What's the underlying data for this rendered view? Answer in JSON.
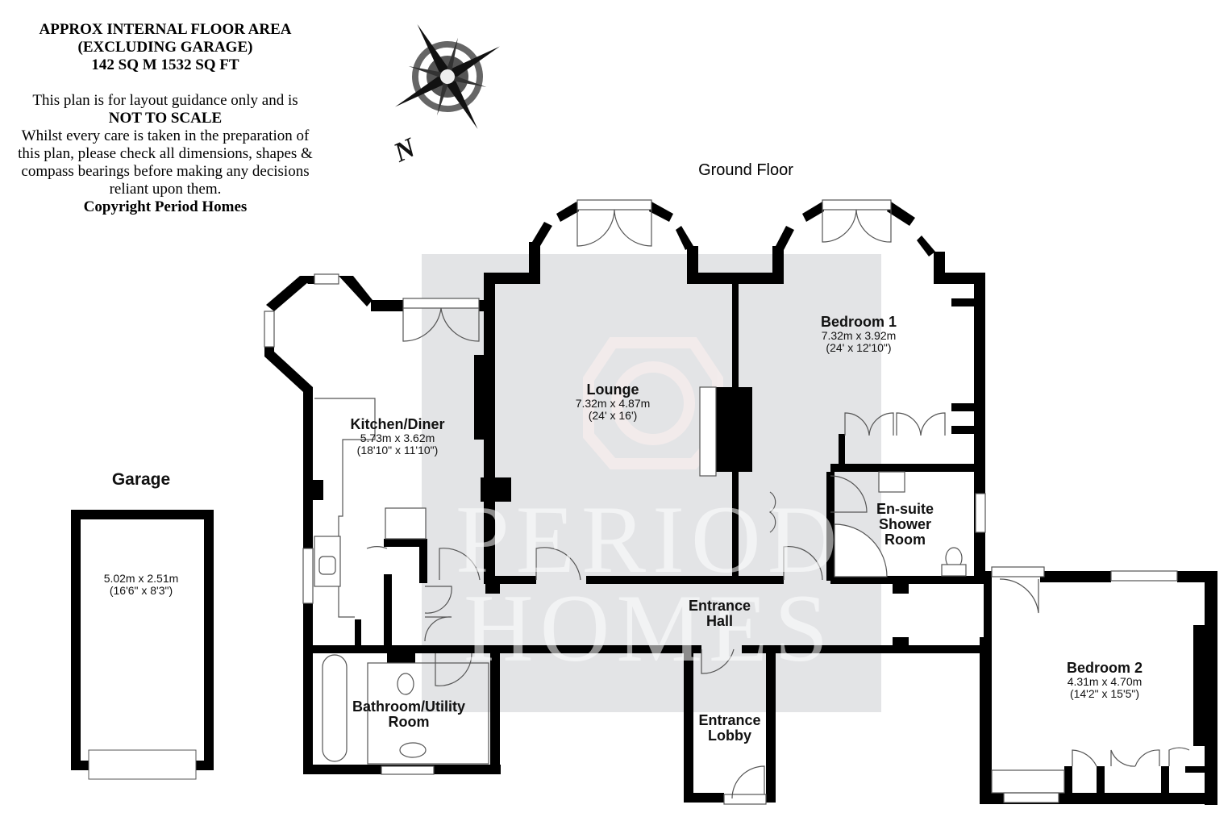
{
  "disclaimer": {
    "area_line1": "APPROX INTERNAL FLOOR AREA",
    "area_line2": "(EXCLUDING GARAGE)",
    "area_line3": "142 SQ M 1532 SQ FT",
    "guidance": "This plan is for layout guidance only and is",
    "not_to_scale": "NOT TO SCALE",
    "care_line1": "Whilst every care is taken in the preparation of",
    "care_line2": "this plan, please check all dimensions, shapes &",
    "care_line3": "compass bearings before making any decisions",
    "care_line4": "reliant upon them.",
    "copyright": "Copyright Period Homes"
  },
  "compass": {
    "icon": "compass-rose-icon",
    "north_label": "N"
  },
  "floor": {
    "title": "Ground Floor"
  },
  "watermark": {
    "line1": "PERIOD",
    "line2": "HOMES",
    "bg_color": "#e3e4e6"
  },
  "garage": {
    "title": "Garage",
    "dim_m": "5.02m x 2.51m",
    "dim_ft": "(16'6\" x 8'3\")"
  },
  "rooms": {
    "kitchen": {
      "name": "Kitchen/Diner",
      "dim_m": "5.73m x 3.62m",
      "dim_ft": "(18'10\" x 11'10\")"
    },
    "lounge": {
      "name": "Lounge",
      "dim_m": "7.32m x 4.87m",
      "dim_ft": "(24' x 16')"
    },
    "bedroom1": {
      "name": "Bedroom 1",
      "dim_m": "7.32m x 3.92m",
      "dim_ft": "(24' x 12'10\")"
    },
    "ensuite": {
      "name_line1": "En-suite",
      "name_line2": "Shower",
      "name_line3": "Room"
    },
    "hall": {
      "name_line1": "Entrance",
      "name_line2": "Hall"
    },
    "lobby": {
      "name_line1": "Entrance",
      "name_line2": "Lobby"
    },
    "bathroom": {
      "name_line1": "Bathroom/Utility",
      "name_line2": "Room"
    },
    "bedroom2": {
      "name": "Bedroom 2",
      "dim_m": "4.31m x 4.70m",
      "dim_ft": "(14'2\" x 15'5\")"
    }
  },
  "colors": {
    "wall": "#000000",
    "fixture_line": "#555555",
    "watermark_rect": "#e3e4e6"
  }
}
